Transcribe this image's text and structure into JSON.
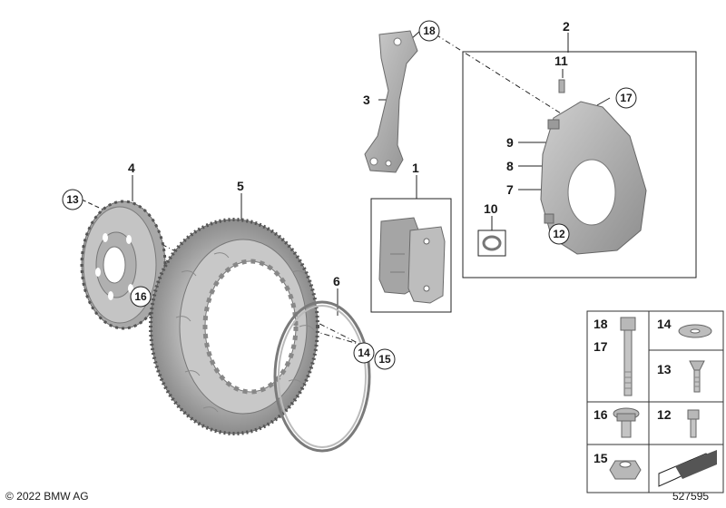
{
  "callouts": {
    "c1": "1",
    "c2": "2",
    "c3": "3",
    "c4": "4",
    "c5": "5",
    "c6": "6",
    "c7": "7",
    "c8": "8",
    "c9": "9",
    "c10": "10",
    "c11": "11",
    "c12": "12",
    "c13": "13",
    "c14": "14",
    "c15": "15",
    "c16": "16",
    "c17": "17",
    "c18": "18"
  },
  "parts_table": {
    "r1a": "18",
    "r1b": "17",
    "r1c": "14",
    "r2": "13",
    "r3a": "16",
    "r3b": "12",
    "r4": "15"
  },
  "copyright": "© 2022 BMW AG",
  "doc_number": "527595"
}
